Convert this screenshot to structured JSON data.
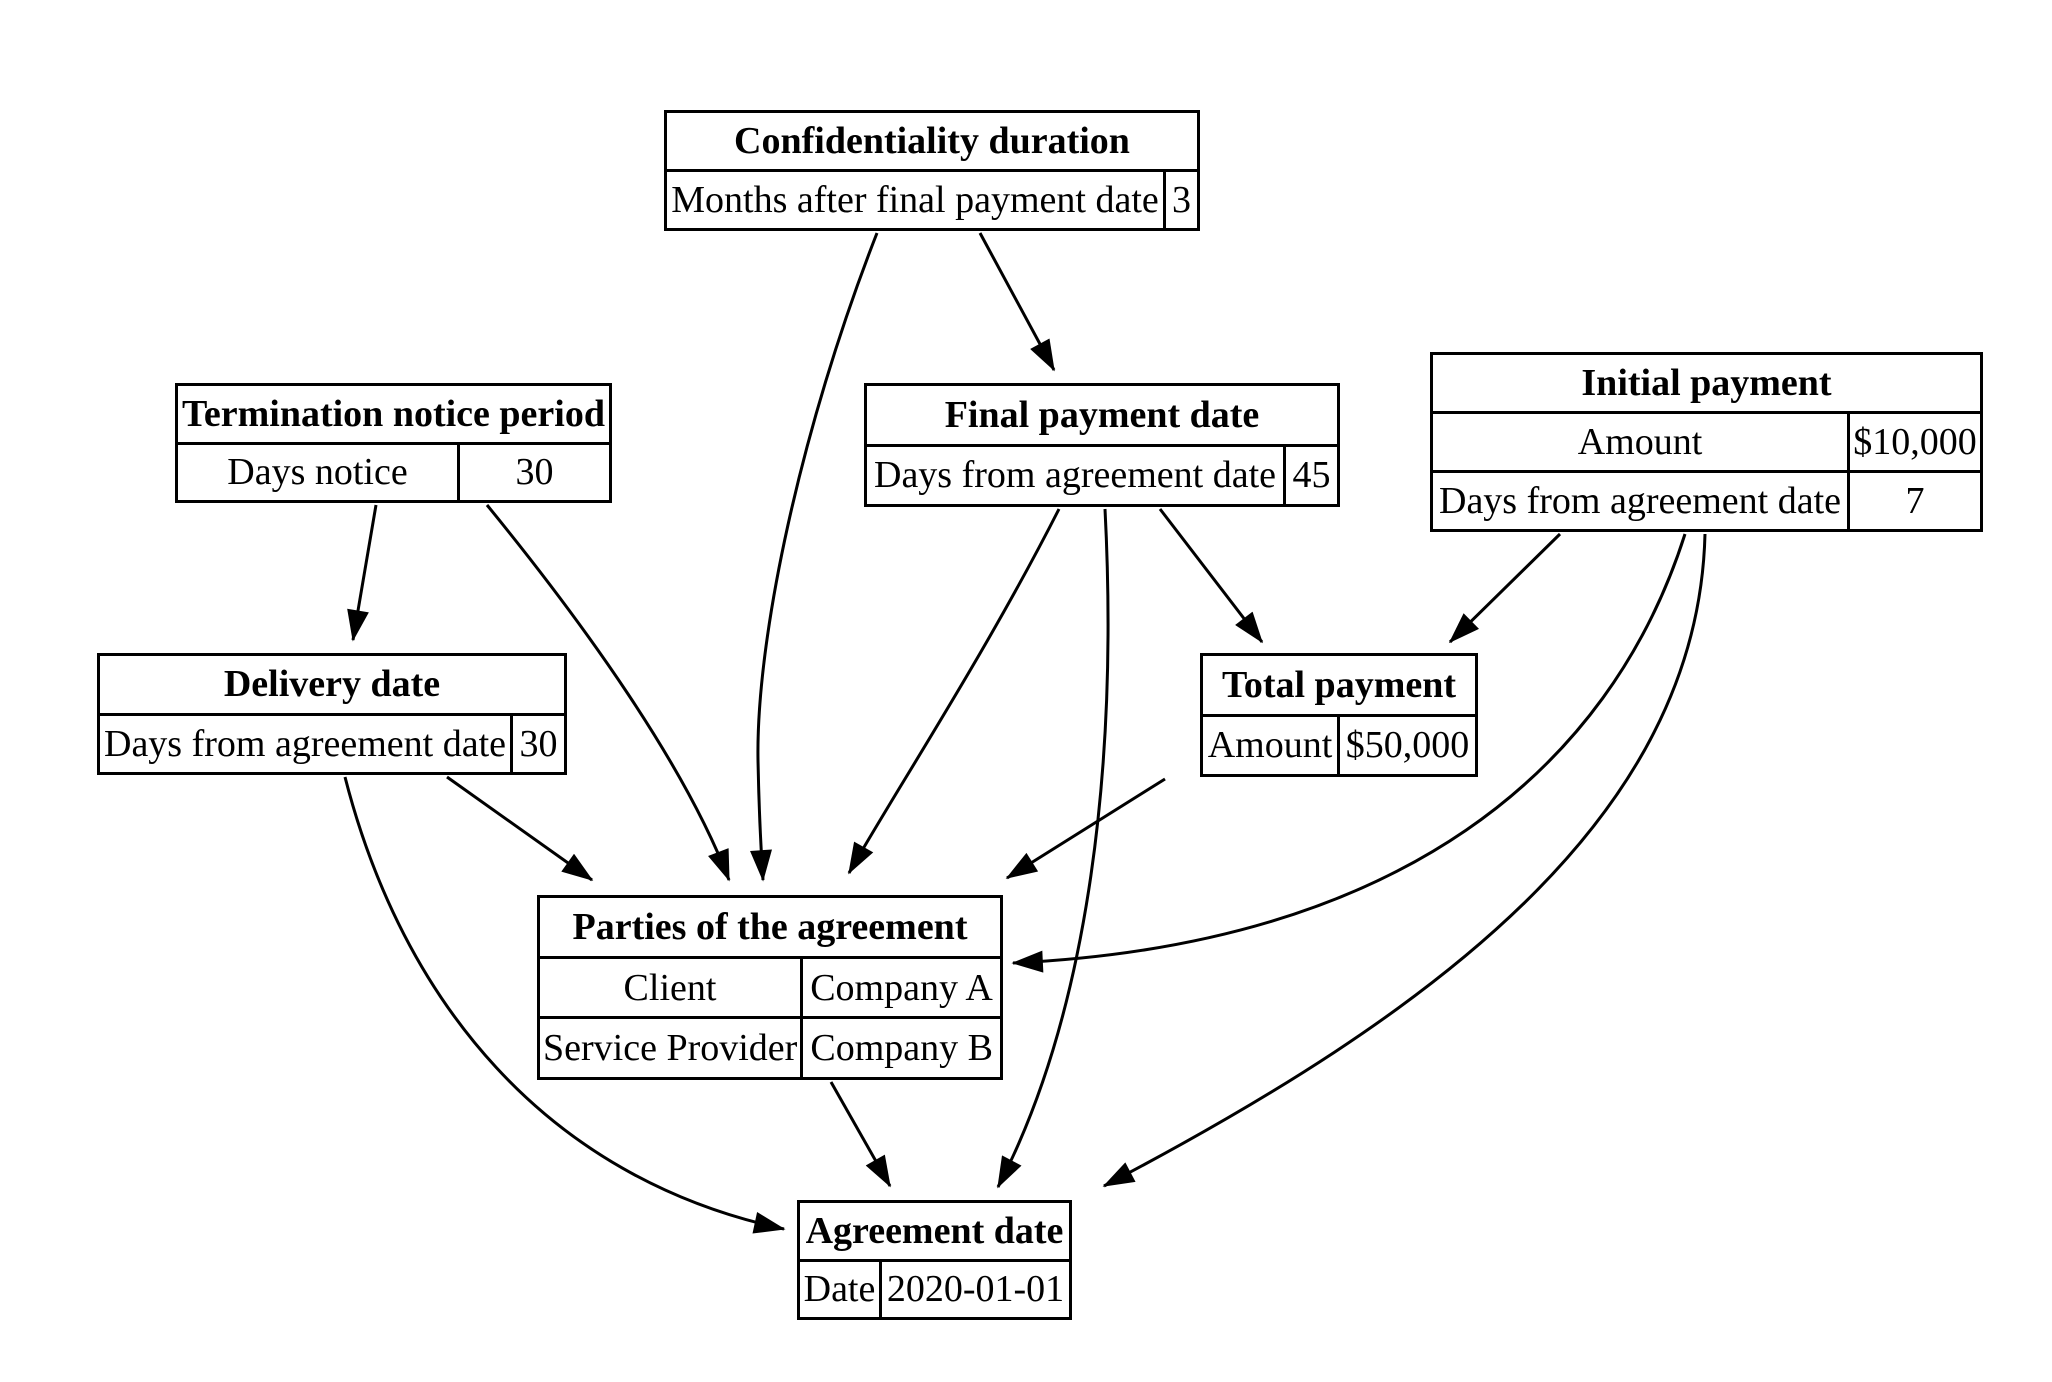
{
  "diagram": {
    "colors": {
      "background": "#ffffff",
      "node_border": "#000000",
      "text": "#000000",
      "edge": "#000000"
    },
    "nodes": {
      "confidentiality_duration": {
        "title": "Confidentiality duration",
        "rows": [
          {
            "label": "Months after final payment date",
            "value": "3"
          }
        ]
      },
      "termination_notice_period": {
        "title": "Termination notice period",
        "rows": [
          {
            "label": "Days notice",
            "value": "30"
          }
        ]
      },
      "final_payment_date": {
        "title": "Final payment date",
        "rows": [
          {
            "label": "Days from agreement date",
            "value": "45"
          }
        ]
      },
      "initial_payment": {
        "title": "Initial payment",
        "rows": [
          {
            "label": "Amount",
            "value": "$10,000"
          },
          {
            "label": "Days from agreement date",
            "value": "7"
          }
        ]
      },
      "delivery_date": {
        "title": "Delivery date",
        "rows": [
          {
            "label": "Days from agreement date",
            "value": "30"
          }
        ]
      },
      "total_payment": {
        "title": "Total payment",
        "rows": [
          {
            "label": "Amount",
            "value": "$50,000"
          }
        ]
      },
      "parties_of_the_agreement": {
        "title": "Parties of the agreement",
        "rows": [
          {
            "label": "Client",
            "value": "Company A"
          },
          {
            "label": "Service Provider",
            "value": "Company B"
          }
        ]
      },
      "agreement_date": {
        "title": "Agreement date",
        "rows": [
          {
            "label": "Date",
            "value": "2020-01-01"
          }
        ]
      }
    },
    "edges": [
      {
        "from": "Confidentiality duration",
        "to": "Final payment date"
      },
      {
        "from": "Confidentiality duration",
        "to": "Parties of the agreement"
      },
      {
        "from": "Termination notice period",
        "to": "Delivery date"
      },
      {
        "from": "Termination notice period",
        "to": "Parties of the agreement"
      },
      {
        "from": "Final payment date",
        "to": "Total payment"
      },
      {
        "from": "Final payment date",
        "to": "Parties of the agreement"
      },
      {
        "from": "Final payment date",
        "to": "Agreement date"
      },
      {
        "from": "Initial payment",
        "to": "Total payment"
      },
      {
        "from": "Initial payment",
        "to": "Parties of the agreement"
      },
      {
        "from": "Initial payment",
        "to": "Agreement date"
      },
      {
        "from": "Delivery date",
        "to": "Parties of the agreement"
      },
      {
        "from": "Delivery date",
        "to": "Agreement date"
      },
      {
        "from": "Total payment",
        "to": "Parties of the agreement"
      },
      {
        "from": "Parties of the agreement",
        "to": "Agreement date"
      }
    ]
  }
}
